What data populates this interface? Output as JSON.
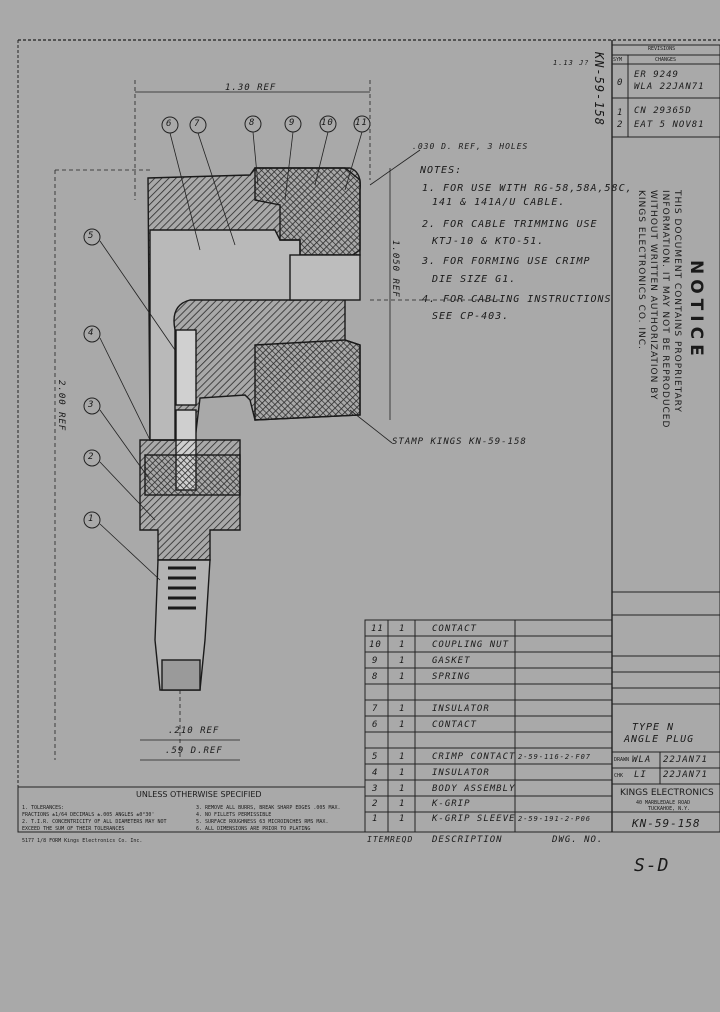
{
  "drawing": {
    "sheet_ref": "1.13 J?",
    "dwg_no_vertical": "KN-59-158",
    "revisions": {
      "title": "REVISIONS",
      "header_sym": "SYM",
      "header_changes": "CHANGES",
      "rows": [
        {
          "sym": "0",
          "text": "ER 9249",
          "sub": "WLA 22JAN71"
        },
        {
          "sym": "1",
          "text": "CN 29365D"
        },
        {
          "sym": "2",
          "text": "EAT 5 NOV81"
        }
      ]
    },
    "notice": {
      "title": "NOTICE",
      "lines": [
        "THIS DOCUMENT CONTAINS PROPRIETARY",
        "INFORMATION. IT MAY NOT BE REPRODUCED",
        "WITHOUT WRITTEN AUTHORIZATION BY",
        "KINGS ELECTRONICS CO. INC."
      ]
    },
    "notes": {
      "title": "NOTES:",
      "items": [
        "1. FOR USE WITH RG-58,58A,58C,",
        "141 & 141A/U CABLE.",
        "2. FOR CABLE TRIMMING USE",
        "KTJ-10 & KTO-51.",
        "3. FOR FORMING USE CRIMP",
        "DIE SIZE G1.",
        "4. FOR CABLING INSTRUCTIONS",
        "SEE CP-403."
      ]
    },
    "dimensions": {
      "top_ref": "1.30 REF",
      "holes": ".030 D. REF, 3 HOLES",
      "right_vertical": "1.050 REF",
      "left_vertical": "2.00 REF",
      "bottom_ref1": ".210 REF",
      "bottom_ref2": ".59 D.REF"
    },
    "balloons": [
      "6",
      "7",
      "8",
      "9",
      "10",
      "11",
      "5",
      "4",
      "3",
      "2",
      "1"
    ],
    "stamp": "STAMP KINGS KN-59-158",
    "parts": [
      {
        "item": "11",
        "req": "1",
        "desc": "CONTACT",
        "part": ""
      },
      {
        "item": "10",
        "req": "1",
        "desc": "COUPLING NUT",
        "part": ""
      },
      {
        "item": "9",
        "req": "1",
        "desc": "GASKET",
        "part": ""
      },
      {
        "item": "8",
        "req": "1",
        "desc": "SPRING",
        "part": ""
      },
      {
        "item": "7",
        "req": "1",
        "desc": "INSULATOR",
        "part": ""
      },
      {
        "item": "6",
        "req": "1",
        "desc": "CONTACT",
        "part": ""
      },
      {
        "item": "5",
        "req": "1",
        "desc": "CRIMP CONTACT",
        "part": "2-59-116-2-F07"
      },
      {
        "item": "4",
        "req": "1",
        "desc": "INSULATOR",
        "part": ""
      },
      {
        "item": "3",
        "req": "1",
        "desc": "BODY ASSEMBLY",
        "part": ""
      },
      {
        "item": "2",
        "req": "1",
        "desc": "K-GRIP",
        "part": ""
      },
      {
        "item": "1",
        "req": "1",
        "desc": "K-GRIP SLEEVE",
        "part": "2-59-191-2-P06"
      }
    ],
    "parts_header": {
      "item": "ITEM",
      "reqd": "REQD",
      "desc": "DESCRIPTION",
      "part": "DWG. NO."
    },
    "title_block": {
      "title_line1": "TYPE N",
      "title_line2": "ANGLE PLUG",
      "drawn_label": "DRAWN",
      "drawn_by": "WLA",
      "drawn_date": "22JAN71",
      "checked_label": "CHK",
      "checked_by": "LI",
      "checked_date": "22JAN71",
      "company": "KINGS ELECTRONICS",
      "company_addr1": "40 MARBLEDALE ROAD",
      "company_addr2": "TUCKAHOE, N.Y.",
      "dwg_no": "KN-59-158",
      "size": "S-D"
    },
    "general_notes": {
      "heading": "UNLESS OTHERWISE SPECIFIED",
      "left": [
        "1. TOLERANCES:",
        "FRACTIONS ±1/64 DECIMALS ±.005 ANGLES ±0°30'",
        "2. T.I.R. CONCENTRICITY OF ALL DIAMETERS MAY NOT",
        "EXCEED THE SUM OF THEIR TOLERANCES"
      ],
      "right": [
        "3. REMOVE ALL BURRS, BREAK SHARP EDGES .005 MAX.",
        "4. NO FILLETS PERMISSIBLE",
        "5. SURFACE ROUGHNESS 63 MICROINCHES RMS MAX.",
        "6. ALL DIMENSIONS ARE PRIOR TO PLATING"
      ],
      "footer": "5177 1/8 FORM  Kings Electronics Co. Inc."
    },
    "colors": {
      "background": "#a9a9a9",
      "ink": "#1a1a1a",
      "hatch": "#3a3a3a"
    }
  }
}
